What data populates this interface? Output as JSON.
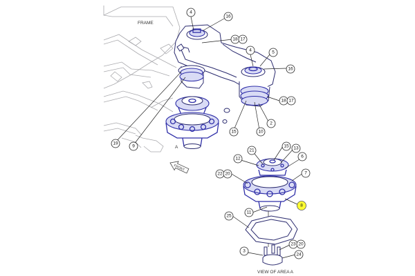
{
  "labels": {
    "frame": "FRAME",
    "area": "A",
    "front": "FRONT",
    "view": "VIEW OF AREA A"
  },
  "callouts": {
    "c4a": "4",
    "c16a": "16",
    "c18a": "18",
    "c17a": "17",
    "c4b": "4",
    "c5": "5",
    "c16b": "16",
    "c18b": "18",
    "c17b": "17",
    "c2": "2",
    "c10": "10",
    "c15a": "15",
    "c19": "19",
    "c9": "9",
    "c21": "21",
    "c15b": "15",
    "c13": "13",
    "c12": "12",
    "c6": "6",
    "c22": "22",
    "c20a": "20",
    "c7": "7",
    "c8": "8",
    "c25": "25",
    "c11": "11",
    "c3": "3",
    "c23": "23",
    "c20b": "20",
    "c24": "24"
  },
  "colors": {
    "highlight": "#ffff33",
    "part_blue": "#2e2ea8",
    "part_fill": "#d9dbf5",
    "frame_grey": "#a9a9ad"
  }
}
